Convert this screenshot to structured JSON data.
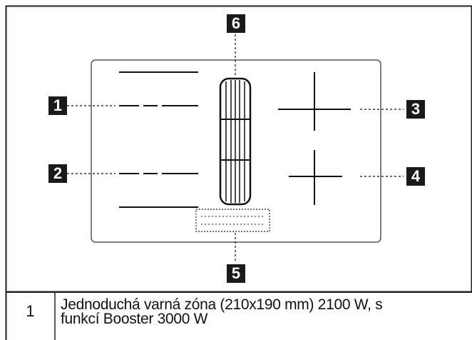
{
  "callouts": [
    "1",
    "2",
    "3",
    "4",
    "5",
    "6"
  ],
  "legend": {
    "number": "1",
    "text": "Jednoduchá varná zóna (210x190 mm) 2100 W, s\nfunkcí Booster 3000 W"
  },
  "colors": {
    "line": "#1a1a1a",
    "panel_border": "#555555",
    "callout_bg": "#1a1a1a",
    "callout_fg": "#ffffff"
  }
}
